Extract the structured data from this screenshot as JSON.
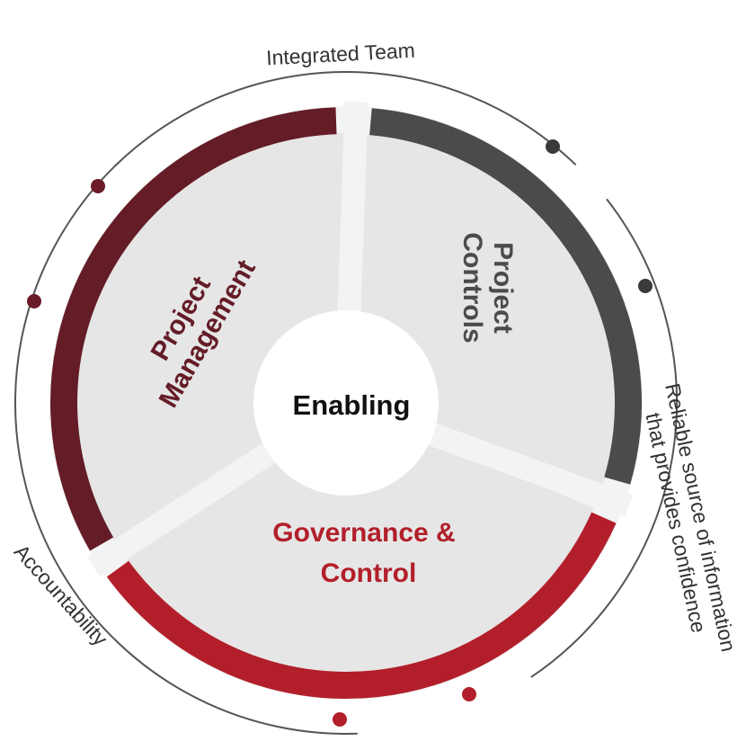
{
  "center": {
    "label": "Enabling"
  },
  "segments": [
    {
      "key": "project_management",
      "line1": "Project",
      "line2": "Management",
      "color": "#641c27"
    },
    {
      "key": "project_controls",
      "line1": "Project",
      "line2": "Controls",
      "color": "#4b4b4b"
    },
    {
      "key": "governance_control",
      "line1": "Governance &",
      "line2": "Control",
      "color": "#b21f2a"
    }
  ],
  "outer_labels": {
    "integrated_team": "Integrated Team",
    "reliable_source_line1": "Reliable source of information",
    "reliable_source_line2": "that provides confidence",
    "accountability": "Accountability"
  },
  "colors": {
    "wedge_fill": "#e6e6e6",
    "divider": "#f3f3f3",
    "outer_ring_line": "#555555",
    "dot_dark": "#3a3a3a",
    "dot_pm": "#6a1c28",
    "dot_gc": "#b21f2a"
  }
}
